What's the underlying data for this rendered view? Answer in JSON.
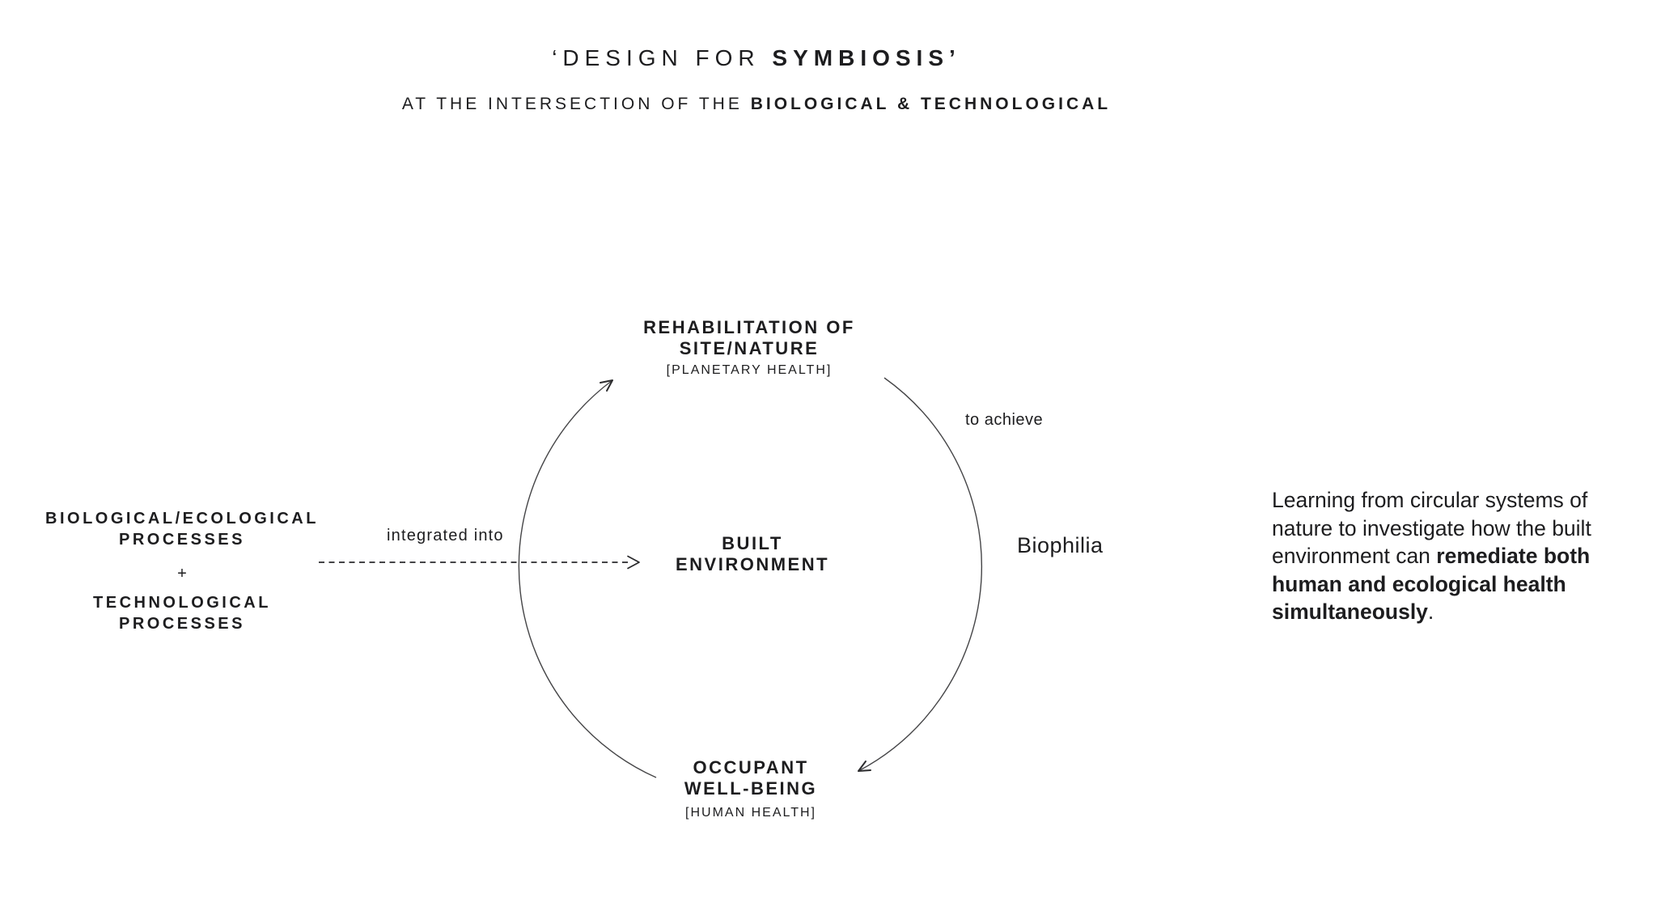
{
  "colors": {
    "text": "#1d1d1f",
    "line": "#454547",
    "background": "#ffffff"
  },
  "title": {
    "segments": [
      {
        "text": "‘DESIGN FOR ",
        "bold": false
      },
      {
        "text": "SYMBIOSIS’",
        "bold": true
      }
    ]
  },
  "subtitle": {
    "segments": [
      {
        "text": "AT THE INTERSECTION OF THE ",
        "bold": false
      },
      {
        "text": "BIOLOGICAL & TECHNOLOGICAL",
        "bold": true
      }
    ]
  },
  "left_block": {
    "top_lines": [
      "BIOLOGICAL/ECOLOGICAL",
      "PROCESSES"
    ],
    "connector": "+",
    "bottom_lines": [
      "TECHNOLOGICAL",
      "PROCESSES"
    ]
  },
  "diagram": {
    "arrow_label": "integrated into",
    "top_node": {
      "lines": [
        "REHABILITATION OF",
        "SITE/NATURE"
      ],
      "sub": "[PLANETARY HEALTH]"
    },
    "center_node": {
      "lines": [
        "BUILT",
        "ENVIRONMENT"
      ]
    },
    "bottom_node": {
      "lines": [
        "OCCUPANT",
        "WELL-BEING"
      ],
      "sub": "[HUMAN HEALTH]"
    },
    "right_arc_label": "to achieve",
    "outside_label": "Biophilia"
  },
  "caption": {
    "segments": [
      {
        "text": "Learning from circular systems of\nnature to investigate how the built\nenvironment can ",
        "bold": false
      },
      {
        "text": "remediate both\nhuman and ecological health\nsimultaneously",
        "bold": true
      },
      {
        "text": ".",
        "bold": false
      }
    ]
  }
}
